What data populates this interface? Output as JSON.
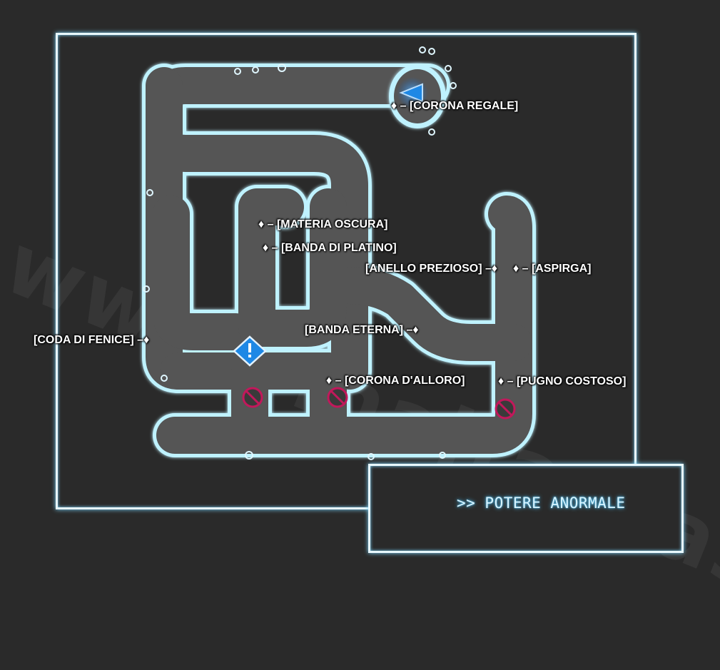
{
  "map": {
    "subtitle": ">> POTERE ANORMALE",
    "watermark": "www.finalfantasy.it",
    "colors": {
      "background": "#2a2a2a",
      "floor": "#555555",
      "wall_glow": "#8ee4ff",
      "frame": "#e8f8ff",
      "marker_blue": "#1e88e5",
      "no_entry": "#c2185b"
    },
    "labels": {
      "corona_regale": "♦ – [CORONA REGALE]",
      "materia_oscura": "♦ – [MATERIA OSCURA]",
      "banda_platino": "♦ – [BANDA DI PLATINO]",
      "anello_prezioso": "[ANELLO PREZIOSO] –♦",
      "aspirga": "♦ – [ASPIRGA]",
      "coda_fenice": "[CODA DI FENICE] –♦",
      "banda_eterna": "[BANDA ETERNA] –♦",
      "corona_alloro": "♦ – [CORONA D'ALLORO]",
      "pugno_costoso": "♦ – [PUGNO COSTOSO]"
    },
    "icons": {
      "event": "exclamation-diamond-icon",
      "entrance": "triangle-arrow-icon",
      "blocked": "no-entry-icon"
    }
  }
}
